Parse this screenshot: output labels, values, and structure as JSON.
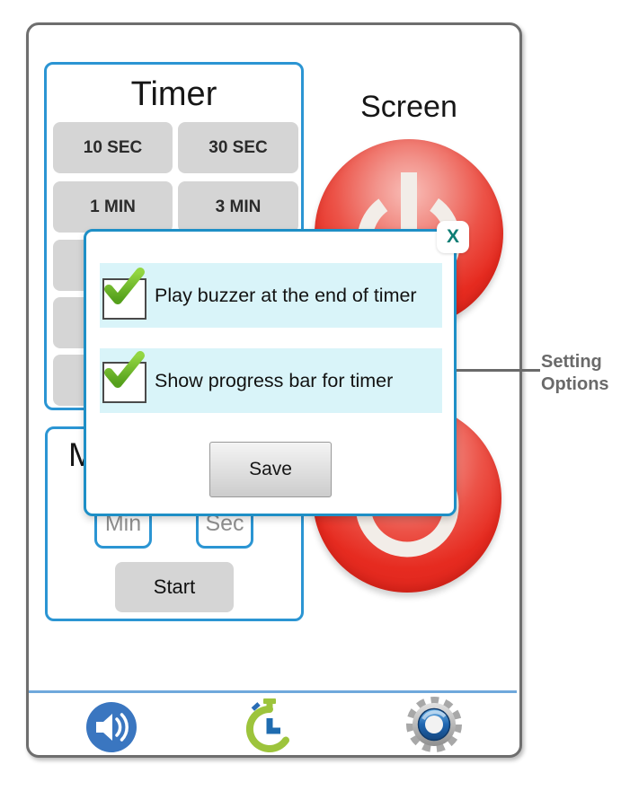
{
  "timer_panel": {
    "title": "Timer",
    "presets": [
      {
        "label": "10 SEC"
      },
      {
        "label": "30 SEC"
      },
      {
        "label": "1 MIN"
      },
      {
        "label": "3 MIN"
      }
    ]
  },
  "screen_panel": {
    "title": "Screen",
    "buttons": [
      "screen-power-on-button",
      "screen-power-off-button"
    ]
  },
  "manual_panel": {
    "title_fragment": "M",
    "min_field": "Min",
    "sec_field": "Sec",
    "start_label": "Start"
  },
  "settings_dialog": {
    "close_label": "X",
    "options": [
      {
        "label": "Play buzzer at the end of timer",
        "checked": true
      },
      {
        "label": "Show progress bar for timer",
        "checked": true
      }
    ],
    "save_label": "Save"
  },
  "annotation": {
    "label": "Setting Options"
  },
  "toolbar": {
    "icons": [
      "volume-icon",
      "stopwatch-icon",
      "settings-gear-icon"
    ]
  },
  "colors": {
    "panel_border_blue": "#2b95d3",
    "dialog_border_blue": "#1e8fc6",
    "power_red": "#e62b20",
    "option_bar_cyan": "#d9f4f9",
    "check_green": "#76c031",
    "close_x_teal": "#0e7d74",
    "annotation_gray": "#6a6a6a",
    "button_gray": "#d5d5d5",
    "toolbar_divider_blue": "#6fa8dc"
  }
}
